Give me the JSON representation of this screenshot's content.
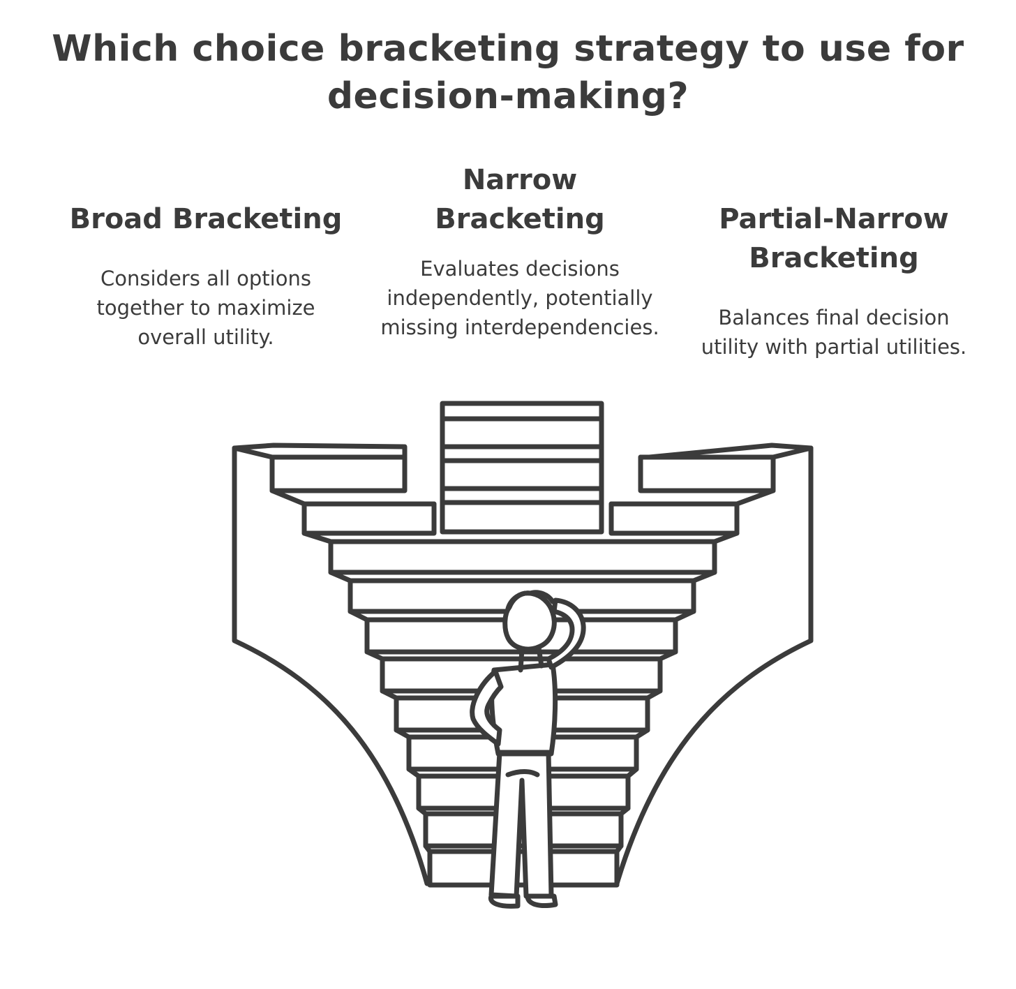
{
  "title": "Which choice bracketing strategy to use for decision-making?",
  "options": [
    {
      "heading": "Broad Bracketing",
      "description": "Considers all options together to maximize overall utility."
    },
    {
      "heading": "Narrow Bracketing",
      "description": "Evaluates decisions independently, potentially missing interdependencies."
    },
    {
      "heading": "Partial-Narrow Bracketing",
      "description": "Balances final decision utility with partial utilities."
    }
  ],
  "colors": {
    "ink": "#3b3b3b",
    "background": "#ffffff"
  },
  "illustration": {
    "icon": "person-at-staircase-icon"
  }
}
